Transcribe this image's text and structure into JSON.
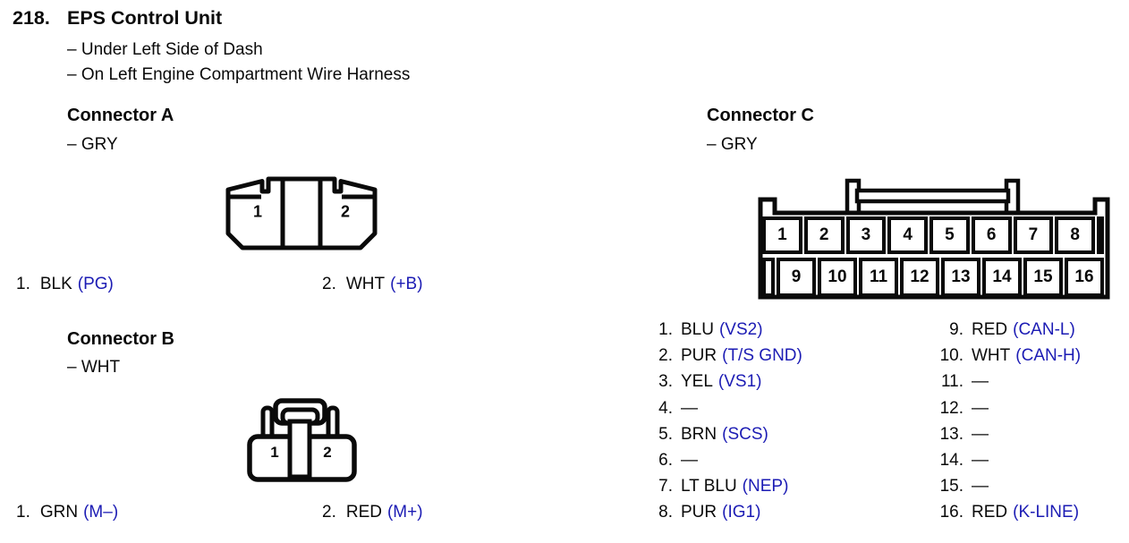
{
  "page": {
    "number": "218.",
    "title": "EPS Control Unit",
    "locations": [
      "– Under Left Side of Dash",
      "– On Left Engine Compartment Wire Harness"
    ]
  },
  "colors": {
    "signal_blue": "#1c1cb4",
    "line_black": "#0a0a0a",
    "background": "#ffffff"
  },
  "connector_a": {
    "title": "Connector A",
    "housing_color": "– GRY",
    "diagram_pins": [
      "1",
      "2"
    ],
    "pins": [
      {
        "num": "1.",
        "wire": "BLK",
        "signal": "(PG)"
      },
      {
        "num": "2.",
        "wire": "WHT",
        "signal": "(+B)"
      }
    ]
  },
  "connector_b": {
    "title": "Connector B",
    "housing_color": "– WHT",
    "diagram_pins": [
      "1",
      "2"
    ],
    "pins": [
      {
        "num": "1.",
        "wire": "GRN",
        "signal": "(M–)"
      },
      {
        "num": "2.",
        "wire": "RED",
        "signal": "(M+)"
      }
    ]
  },
  "connector_c": {
    "title": "Connector C",
    "housing_color": "– GRY",
    "diagram_pins_top": [
      "1",
      "2",
      "3",
      "4",
      "5",
      "6",
      "7",
      "8"
    ],
    "diagram_pins_bottom": [
      "9",
      "10",
      "11",
      "12",
      "13",
      "14",
      "15",
      "16"
    ],
    "pins_left": [
      {
        "num": "1.",
        "wire": "BLU",
        "signal": "(VS2)"
      },
      {
        "num": "2.",
        "wire": "PUR",
        "signal": "(T/S GND)"
      },
      {
        "num": "3.",
        "wire": "YEL",
        "signal": "(VS1)"
      },
      {
        "num": "4.",
        "wire": "—",
        "signal": ""
      },
      {
        "num": "5.",
        "wire": "BRN",
        "signal": "(SCS)"
      },
      {
        "num": "6.",
        "wire": "—",
        "signal": ""
      },
      {
        "num": "7.",
        "wire": "LT BLU",
        "signal": "(NEP)"
      },
      {
        "num": "8.",
        "wire": "PUR",
        "signal": "(IG1)"
      }
    ],
    "pins_right": [
      {
        "num": "9.",
        "wire": "RED",
        "signal": "(CAN-L)"
      },
      {
        "num": "10.",
        "wire": "WHT",
        "signal": "(CAN-H)"
      },
      {
        "num": "11.",
        "wire": "—",
        "signal": ""
      },
      {
        "num": "12.",
        "wire": "—",
        "signal": ""
      },
      {
        "num": "13.",
        "wire": "—",
        "signal": ""
      },
      {
        "num": "14.",
        "wire": "—",
        "signal": ""
      },
      {
        "num": "15.",
        "wire": "—",
        "signal": ""
      },
      {
        "num": "16.",
        "wire": "RED",
        "signal": "(K-LINE)"
      }
    ]
  }
}
